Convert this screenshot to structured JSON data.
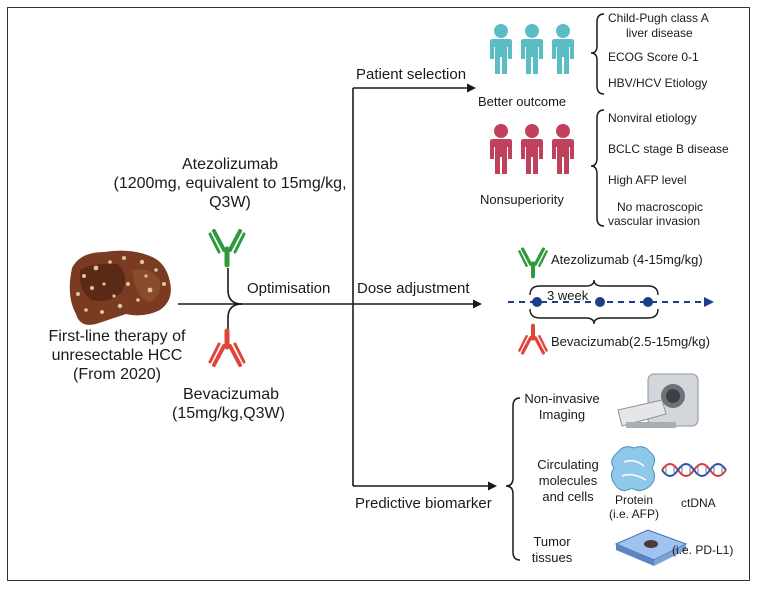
{
  "drug1": {
    "name": "Atezolizumab",
    "dose_line1": "(1200mg, equivalent to 15mg/kg,",
    "dose_line2": "Q3W)"
  },
  "therapy": {
    "line1": "First-line therapy of",
    "line2": "unresectable HCC",
    "line3": "(From 2020)"
  },
  "drug2": {
    "name": "Bevacizumab",
    "dose": "(15mg/kg,Q3W)"
  },
  "optimisation_label": "Optimisation",
  "branches": {
    "patient_selection": "Patient selection",
    "dose_adjustment": "Dose adjustment",
    "predictive_biomarker": "Predictive biomarker"
  },
  "better_outcome": {
    "label": "Better outcome",
    "items": [
      "Child-Pugh class A",
      "liver disease",
      "ECOG Score 0-1",
      "HBV/HCV Etiology"
    ]
  },
  "nonsuperiority": {
    "label": "Nonsuperiority",
    "items": [
      "Nonviral etiology",
      "BCLC stage B disease",
      "High AFP level",
      "No macroscopic",
      "vascular invasion"
    ]
  },
  "dose": {
    "atezo": "Atezolizumab (4-15mg/kg)",
    "interval": "3 week",
    "bev": "Bevacizumab(2.5-15mg/kg)"
  },
  "biomarkers": {
    "imaging": [
      "Non-invasive",
      "Imaging"
    ],
    "circulating": [
      "Circulating",
      "molecules",
      "and cells"
    ],
    "protein": [
      "Protein",
      "(i.e. AFP)"
    ],
    "ctdna": "ctDNA",
    "tumor": [
      "Tumor",
      "tissues"
    ],
    "pdl1": "(i.e. PD-L1)"
  },
  "colors": {
    "teal": "#5bbdc4",
    "crimson": "#c0415b",
    "green": "#2f9a3c",
    "red": "#e0453a",
    "navy": "#1d3f8a",
    "liver": "#7a3b22"
  }
}
